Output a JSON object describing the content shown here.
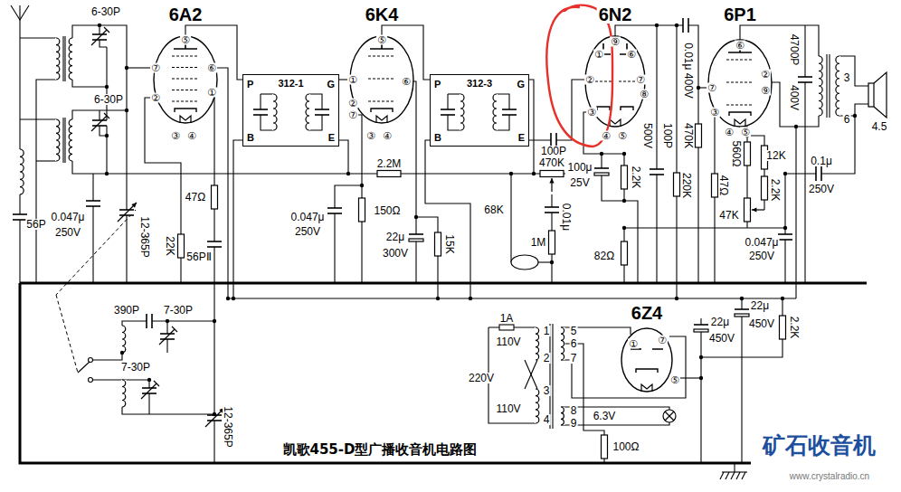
{
  "diagram": {
    "title": "凯歌455-D型广播收音机电路图",
    "nodes": [
      {
        "text": [
          "312-1",
          "P",
          "G",
          "B",
          "E"
        ]
      },
      {
        "text": [
          "312-3",
          "P",
          "G",
          "B",
          "E"
        ]
      }
    ],
    "labels": [
      "6A2",
      "⑤",
      "⑦",
      "⑥",
      "②",
      "①",
      "③",
      "④",
      "6K4",
      "⑤",
      "①",
      "②",
      "⑦",
      "⑥",
      "③",
      "④",
      "6N2",
      "①",
      "⑨",
      "⑥",
      "②",
      "⑦",
      "③",
      "⑧",
      "④",
      "⑤",
      "6P1",
      "⑥",
      "⑦",
      "②",
      "⑨",
      "③",
      "④",
      "⑤",
      "6Z4",
      "①",
      "⑦",
      "⑤",
      "6-30P",
      "6-30P",
      "56P",
      "0.047μ",
      "250V",
      "12-365P",
      "47Ω",
      "22K",
      "56PⅡ",
      "390P",
      "7-30P",
      "7-30P",
      "12-365P",
      "2.2M",
      "0.047μ",
      "250V",
      "150Ω",
      "22μ",
      "300V",
      "15K",
      "100P",
      "470K",
      "68K",
      "0.01μ",
      "1M",
      "100μ",
      "25V",
      "2.2K",
      "82Ω",
      "500V",
      "100P",
      "0.01μ 400V",
      "220K",
      "470K",
      "47Ω",
      "560Ω",
      "12K",
      "2.2K",
      "47K",
      "0.047μ",
      "250V",
      "0.1μ",
      "250V",
      "4700P",
      "400V",
      "3",
      "4.5",
      "6",
      "22μ",
      "450V",
      "22μ",
      "450V",
      "2.2K",
      "1A",
      "110V",
      "220V",
      "110V",
      "1",
      "2",
      "3",
      "4",
      "5",
      "6",
      "7",
      "8",
      "9",
      "6.3V",
      "100Ω",
      "矿石收音机",
      "www.crystalradio.cn"
    ]
  }
}
